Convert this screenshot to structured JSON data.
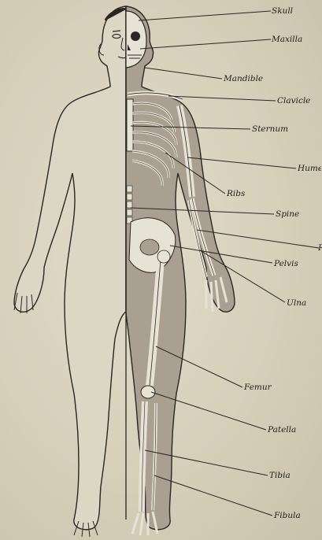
{
  "labels": {
    "skull": "Skull",
    "maxilla": "Maxilla",
    "mandible": "Mandible",
    "clavicle": "Clavicle",
    "sternum": "Sternum",
    "humerus": "Humerus",
    "ribs": "Ribs",
    "spine": "Spine",
    "radius": "Radius",
    "pelvis": "Pelvis",
    "ulna": "Ulna",
    "femur": "Femur",
    "patella": "Patella",
    "tibia": "Tibia",
    "fibula": "Fibula"
  },
  "colors": {
    "background": "#d8d2bf",
    "skin": "#dcd6c4",
    "muscle_shade": "#a9a092",
    "bone": "#e7e2d6",
    "ink": "#2a2622"
  }
}
